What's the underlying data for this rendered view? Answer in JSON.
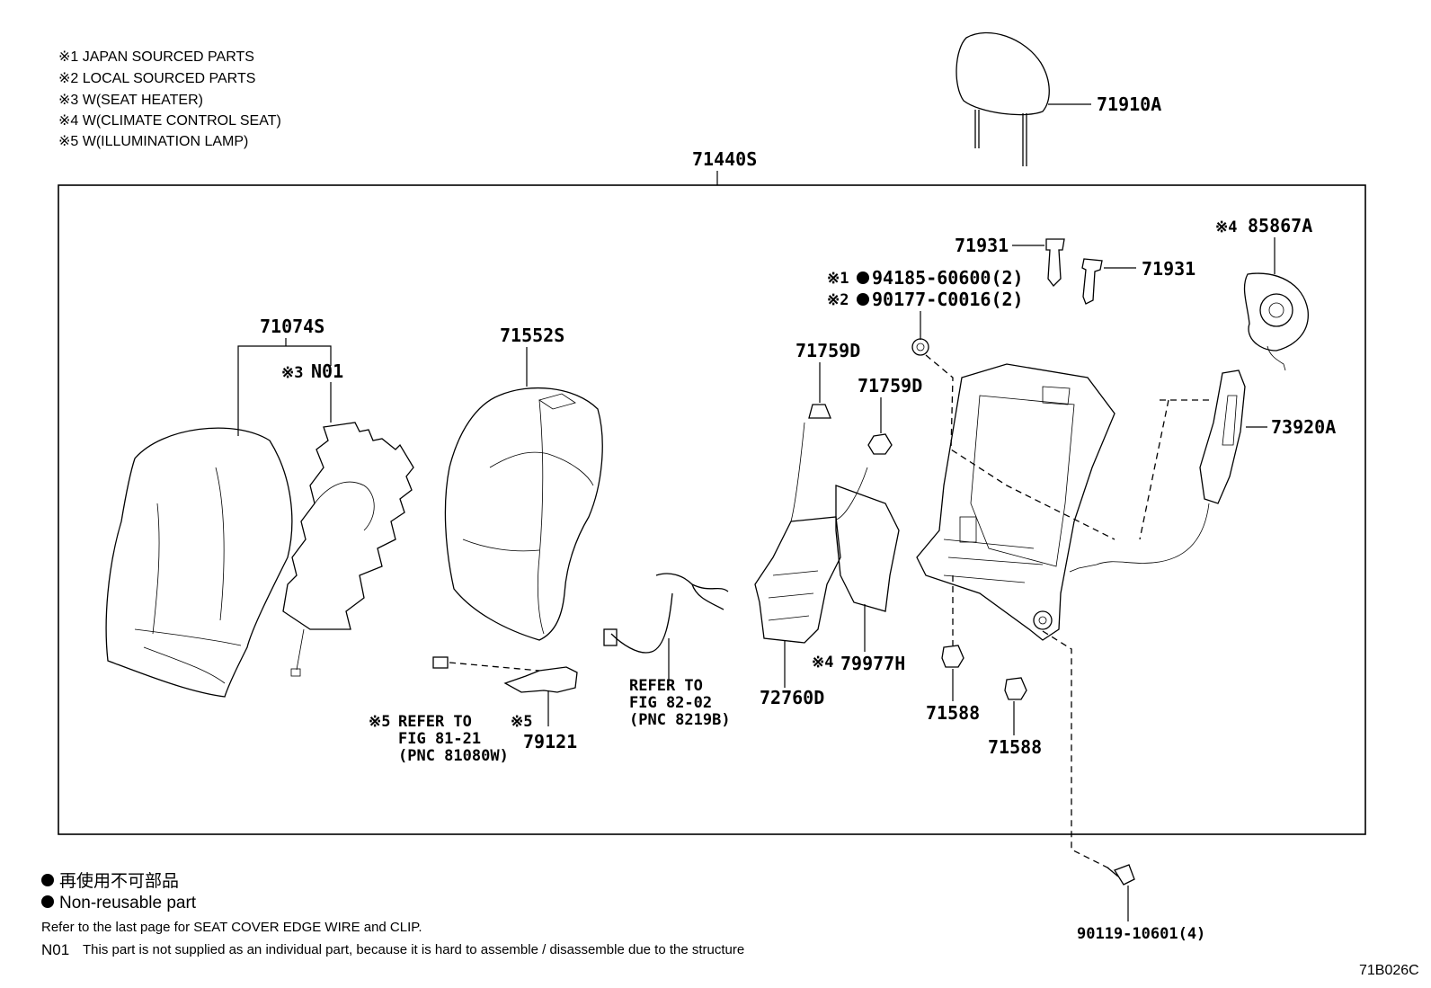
{
  "notes": [
    "※1 JAPAN SOURCED PARTS",
    "※2 LOCAL SOURCED PARTS",
    "※3 W(SEAT HEATER)",
    "※4 W(CLIMATE CONTROL SEAT)",
    "※5 W(ILLUMINATION LAMP)"
  ],
  "parts": {
    "headrest": "71910A",
    "assembly": "71440S",
    "cover": "71074S",
    "heater_mark": "※3",
    "heater": "N01",
    "pad": "71552S",
    "bolt_mark1": "※1",
    "bolt1": "94185-60600(2)",
    "bolt_mark2": "※2",
    "bolt2": "90177-C0016(2)",
    "guide_left": "71931",
    "guide_right": "71931",
    "blower_mark": "※4",
    "blower": "85867A",
    "hook1": "71759D",
    "hook2": "71759D",
    "side_panel": "73920A",
    "lumbar": "72760D",
    "sensor_mark": "※4",
    "sensor": "79977H",
    "clip1": "71588",
    "clip2": "71588",
    "lamp_mark": "※5",
    "lamp": "79121",
    "bottom_bolt": "90119-10601(4)"
  },
  "refs": {
    "ref1_mark": "※5",
    "ref1_line1": "REFER TO",
    "ref1_line2": "FIG 81-21",
    "ref1_line3": "(PNC 81080W)",
    "ref2_line1": "REFER TO",
    "ref2_line2": "FIG 82-02",
    "ref2_line3": "(PNC 8219B)"
  },
  "legend": {
    "jp": "再使用不可部品",
    "en": "Non-reusable part"
  },
  "footnotes": {
    "refer": "Refer to the last page for SEAT COVER EDGE WIRE and CLIP.",
    "n01_code": "N01",
    "n01_text": "This part is not supplied as an individual part, because it is hard to assemble / disassemble due to the structure"
  },
  "figure_id": "71B026C"
}
